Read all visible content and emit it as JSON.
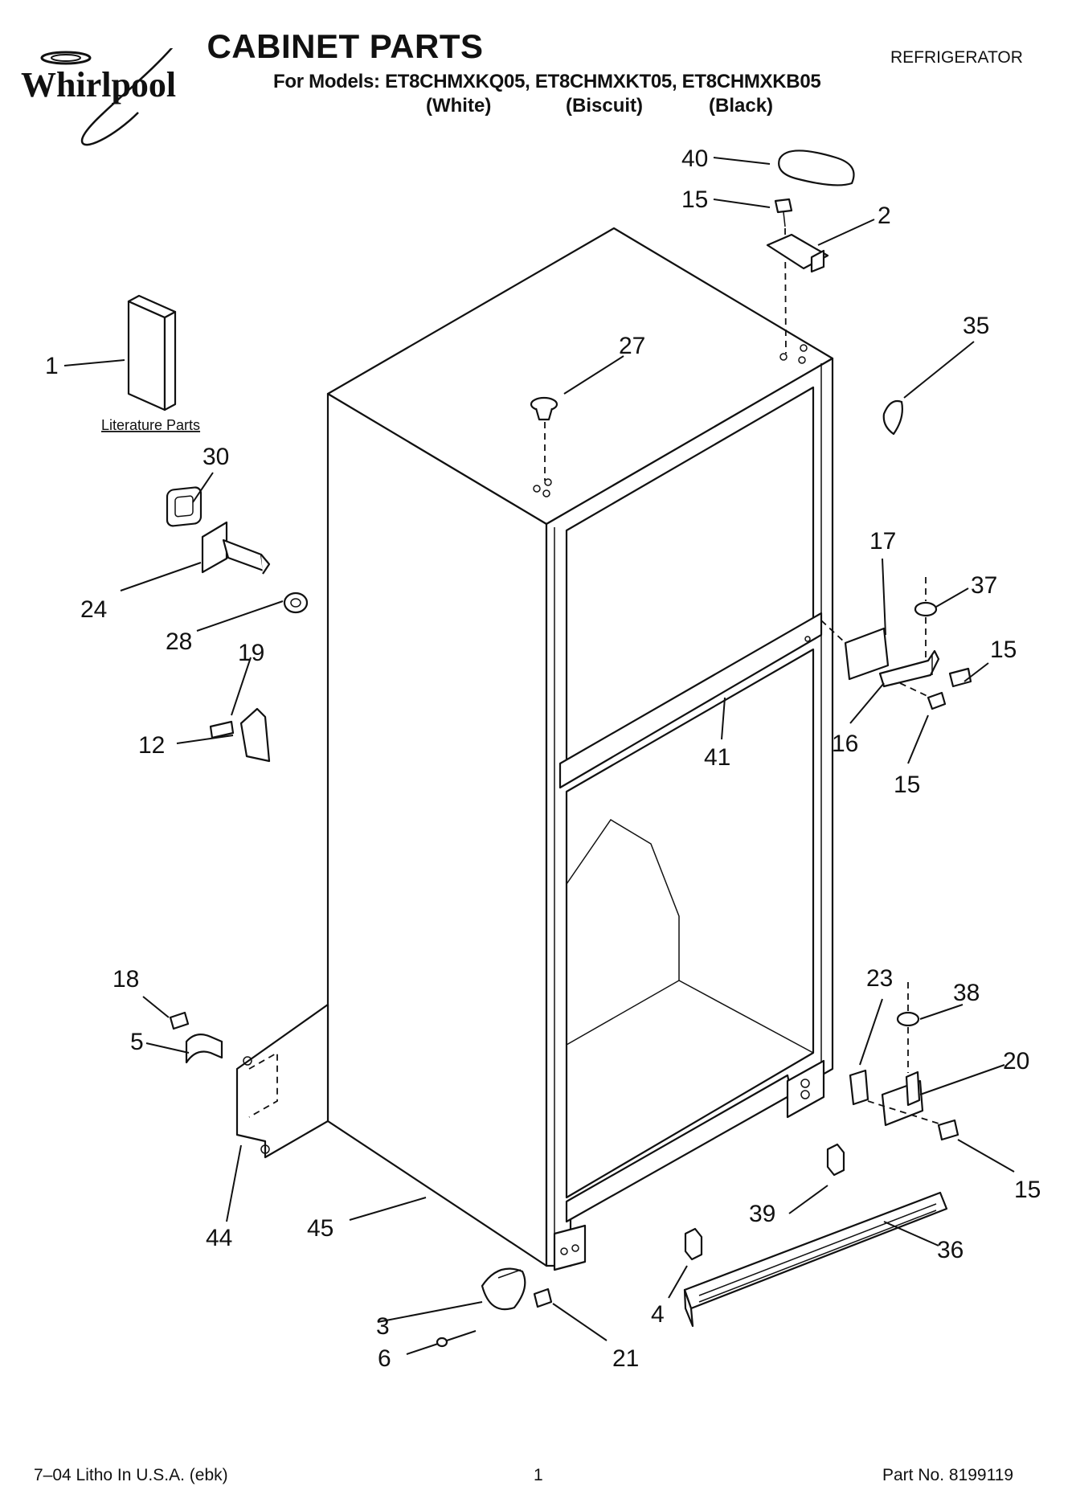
{
  "brand": {
    "name": "Whirlpool"
  },
  "header": {
    "title": "CABINET PARTS",
    "models_line": "For Models: ET8CHMXKQ05, ET8CHMXKT05, ET8CHMXKB05",
    "finishes": [
      "(White)",
      "(Biscuit)",
      "(Black)"
    ],
    "category": "REFRIGERATOR"
  },
  "literature_label": "Literature Parts",
  "callouts": [
    "40",
    "15",
    "2",
    "35",
    "27",
    "1",
    "30",
    "24",
    "28",
    "19",
    "12",
    "17",
    "37",
    "15",
    "16",
    "15",
    "41",
    "23",
    "38",
    "20",
    "18",
    "5",
    "15",
    "39",
    "36",
    "44",
    "45",
    "4",
    "3",
    "6",
    "21"
  ],
  "footer": {
    "left": "7–04 Litho In U.S.A. (ebk)",
    "center": "1",
    "right": "Part No. 8199119"
  },
  "colors": {
    "ink": "#111111",
    "paper": "#ffffff"
  }
}
